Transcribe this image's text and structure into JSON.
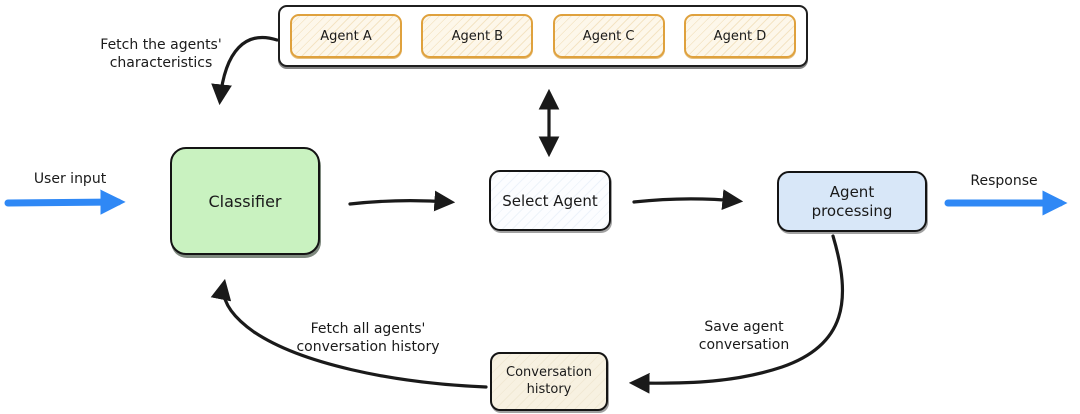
{
  "diagram": {
    "title": "agent-routing-flow",
    "agents_panel": {
      "items": [
        {
          "label": "Agent A"
        },
        {
          "label": "Agent B"
        },
        {
          "label": "Agent C"
        },
        {
          "label": "Agent D"
        }
      ]
    },
    "nodes": {
      "classifier": {
        "label": "Classifier"
      },
      "select_agent": {
        "label": "Select Agent"
      },
      "agent_processing": {
        "label": "Agent processing"
      },
      "conversation_history": {
        "label": "Conversation history"
      }
    },
    "edge_labels": {
      "user_input": "User input",
      "response": "Response",
      "fetch_characteristics": "Fetch the agents' characteristics",
      "fetch_history": "Fetch all agents' conversation history",
      "save_conversation": "Save agent conversation"
    },
    "colors": {
      "flow_accent_blue": "#2f88f5",
      "agent_border_orange": "#dfa13d",
      "classifier_green": "#c9f2c0",
      "processing_blue": "#d8e7f8",
      "history_cream": "#f7f1e1",
      "stroke_black": "#1a1a1a"
    }
  }
}
